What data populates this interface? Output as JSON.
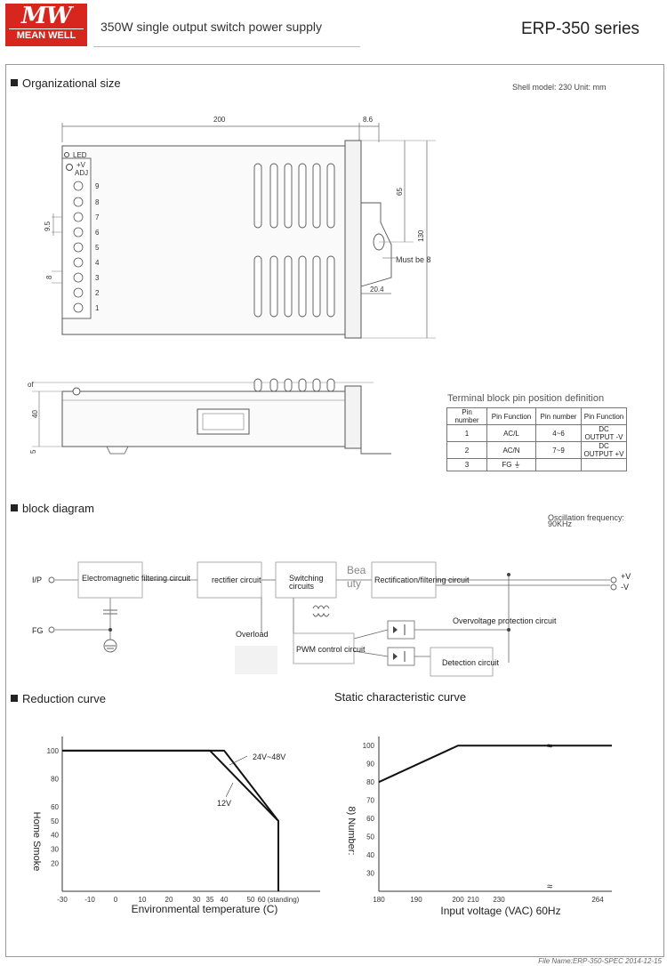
{
  "header": {
    "logo_top": "MW",
    "logo_bottom": "MEAN WELL",
    "subtitle": "350W single output switch power supply",
    "series": "ERP-350 series"
  },
  "org": {
    "title": "Organizational size",
    "shell": "Shell model: 230 Unit: mm",
    "dim_200": "200",
    "dim_86": "8.6",
    "dim_65": "65",
    "dim_130": "130",
    "dim_204": "20.4",
    "dim_95": "9.5",
    "dim_8": "8",
    "dim_of": "of",
    "dim_40": "40",
    "dim_5": "5",
    "led": "LED",
    "v_plus": "+V",
    "adj": "ADJ",
    "must_be": "Must be 8",
    "terminal_numbers": [
      "9",
      "8",
      "7",
      "6",
      "5",
      "4",
      "3",
      "2",
      "1"
    ]
  },
  "pin_table": {
    "title": "Terminal block pin position definition",
    "headers": [
      "Pin number",
      "Pin Function",
      "Pin number",
      "Pin Function"
    ],
    "rows": [
      [
        "1",
        "AC/L",
        "4~6",
        "DC OUTPUT -V"
      ],
      [
        "2",
        "AC/N",
        "7~9",
        "DC OUTPUT +V"
      ],
      [
        "3",
        "FG ⏚",
        "",
        ""
      ]
    ]
  },
  "block": {
    "title": "block diagram",
    "osc_label": "Oscillation frequency:",
    "osc_value": "90KHz",
    "ip": "I/P",
    "fg": "FG",
    "emf": "Electromagnetic filtering circuit",
    "rect": "rectifier circuit",
    "switching": "Switching circuits",
    "beauty": "Bea uty",
    "rectfilter": "Rectification/filtering circuit",
    "vplus": "+V",
    "vminus": "-V",
    "ovp": "Overvoltage protection circuit",
    "overload": "Overload",
    "pwm": "PWM control circuit",
    "detect": "Detection circuit"
  },
  "curves": {
    "reduction_title": "Reduction curve",
    "static_title": "Static characteristic curve",
    "footer": "File Name:ERP-350-SPEC  2014-12-15"
  },
  "chart_data": [
    {
      "type": "line",
      "title": "Reduction curve",
      "xlabel": "Environmental temperature (C)",
      "ylabel": "Home Smoke",
      "xticks": [
        "-30",
        "-10",
        "0",
        "10",
        "20",
        "30",
        "35",
        "40",
        "50",
        "60 (standing)"
      ],
      "yticks": [
        "100",
        "80",
        "60",
        "50",
        "40",
        "30",
        "20"
      ],
      "xlim": [
        -30,
        70
      ],
      "ylim": [
        0,
        110
      ],
      "series": [
        {
          "name": "24V~48V",
          "x": [
            -30,
            40,
            60,
            60
          ],
          "y": [
            100,
            100,
            50,
            0
          ]
        },
        {
          "name": "12V",
          "x": [
            -30,
            35,
            60,
            60
          ],
          "y": [
            100,
            100,
            50,
            0
          ]
        }
      ]
    },
    {
      "type": "line",
      "title": "Static characteristic curve",
      "xlabel": "Input voltage (VAC) 60Hz",
      "ylabel": "8) Number:",
      "xticks": [
        "180",
        "190",
        "200",
        "210",
        "230",
        "264"
      ],
      "yticks": [
        "100",
        "90",
        "80",
        "70",
        "60",
        "50",
        "40",
        "30"
      ],
      "xlim": [
        180,
        264
      ],
      "ylim": [
        20,
        105
      ],
      "series": [
        {
          "name": "",
          "x": [
            180,
            200,
            264
          ],
          "y": [
            80,
            100,
            100
          ]
        }
      ]
    }
  ]
}
